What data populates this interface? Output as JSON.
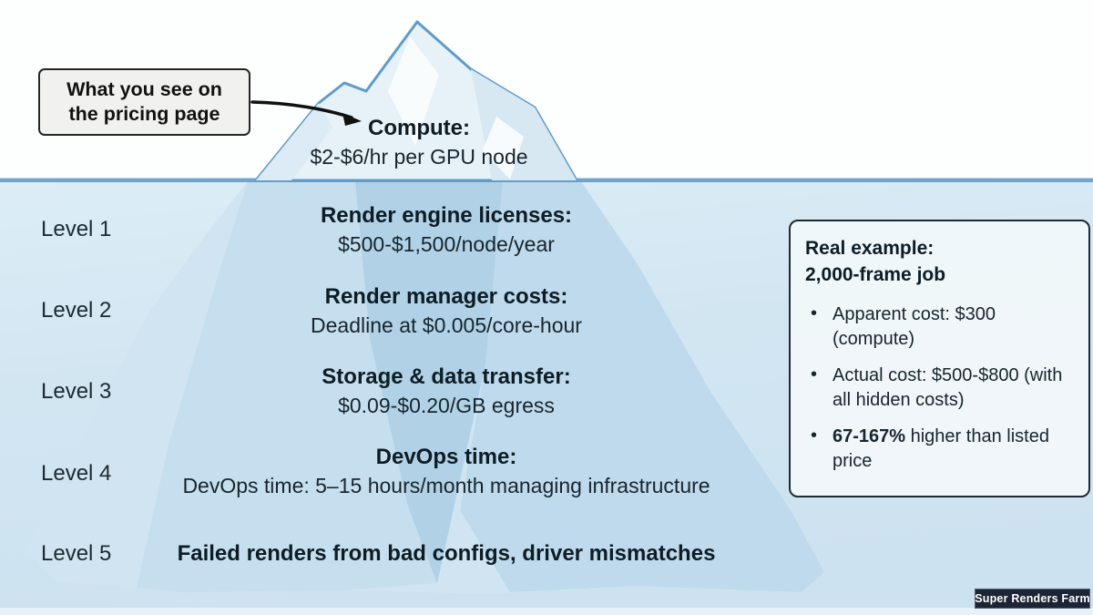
{
  "callout": {
    "line1": "What you see on",
    "line2": "the pricing page"
  },
  "tip": {
    "heading": "Compute:",
    "subtitle": "$2-$6/hr per GPU node"
  },
  "levels": [
    {
      "label": "Level 1",
      "heading": "Render engine licenses:",
      "detail": "$500-$1,500/node/year"
    },
    {
      "label": "Level 2",
      "heading": "Render manager costs:",
      "detail": "Deadline at $0.005/core-hour"
    },
    {
      "label": "Level 3",
      "heading": "Storage & data transfer:",
      "detail": "$0.09-$0.20/GB egress"
    },
    {
      "label": "Level 4",
      "heading": "DevOps time:",
      "detail": "DevOps time: 5–15 hours/month managing infrastructure"
    },
    {
      "label": "Level 5",
      "heading": "Failed renders from bad configs, driver mismatches",
      "detail": ""
    }
  ],
  "example_box": {
    "title_line1": "Real example:",
    "title_line2": "2,000-frame job",
    "bullet_char": "•",
    "bullets": [
      {
        "bold": "",
        "text": "Apparent cost: $300 (compute)"
      },
      {
        "bold": "",
        "text": "Actual cost: $500-$800 (with all hidden costs)"
      },
      {
        "bold": "67-167%",
        "text": " higher than listed price"
      }
    ]
  },
  "watermark": "Super Renders Farm",
  "colors": {
    "water": "#cfe4f1",
    "waterline": "#5f9cc9",
    "iceberg_above_water": "#e7f1f8",
    "iceberg_below_water": "#c6dfee",
    "iceberg_outline": "#5f9cc9",
    "callout_bg": "#f1f2ef",
    "callout_border": "#262626",
    "example_box_bg": "#f2f7fa",
    "badge_bg": "#1c2535",
    "badge_text": "#ffffff",
    "text": "#17252e"
  }
}
